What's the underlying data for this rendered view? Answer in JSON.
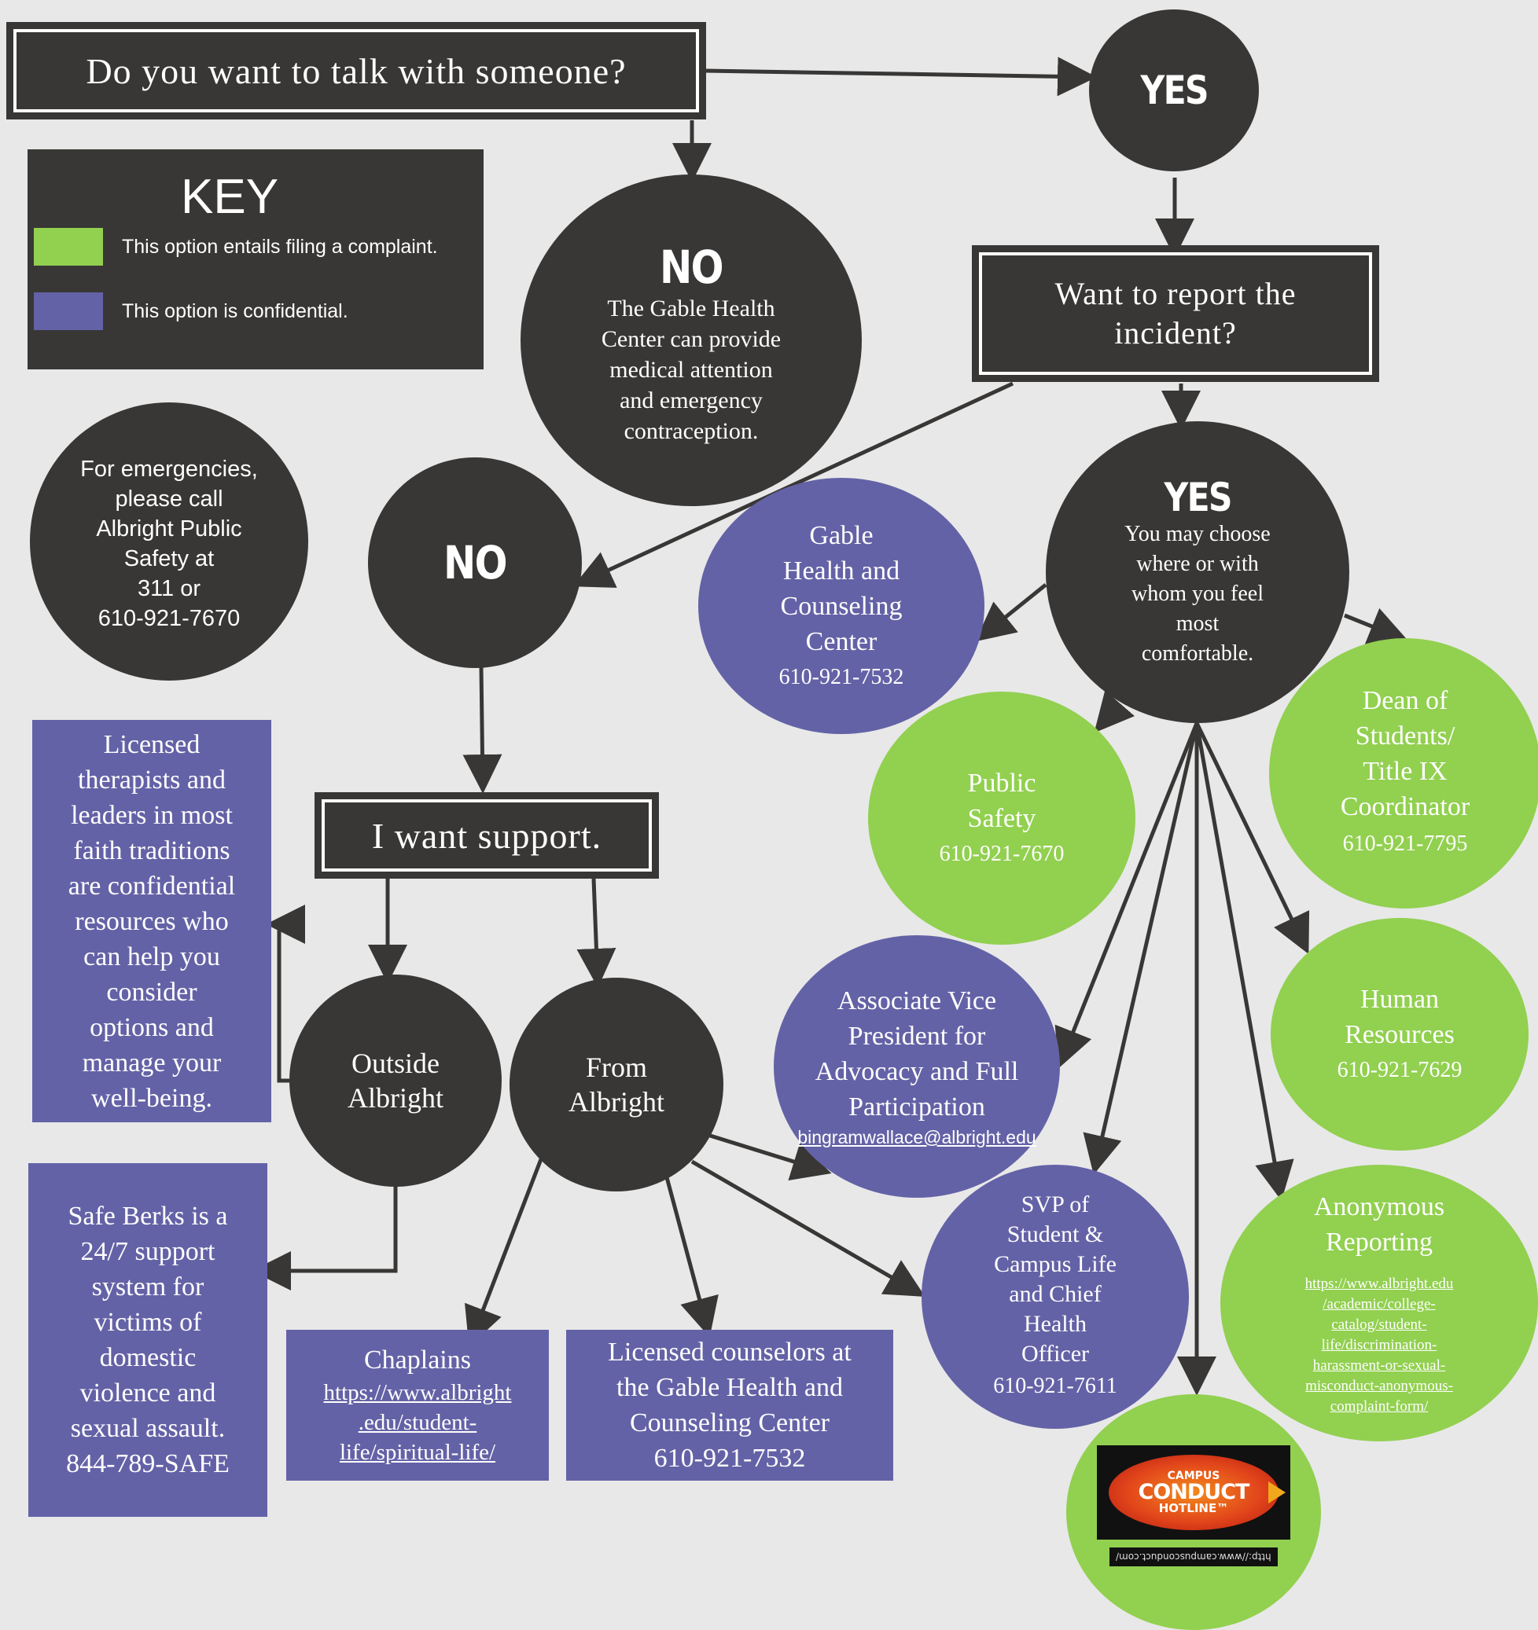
{
  "colors": {
    "dark": "#383735",
    "confidential_purple": "#6462a6",
    "complaint_green": "#92d050",
    "background": "#e8e8e8",
    "hotline_red": "#d0221a",
    "hotline_orange": "#f28a1b"
  },
  "start": {
    "question": "Do you want to talk with someone?"
  },
  "key": {
    "title": "KEY",
    "items": [
      {
        "color": "#92d050",
        "text": "This option entails filing a complaint."
      },
      {
        "color": "#6462a6",
        "text": "This option is confidential."
      }
    ]
  },
  "emergency": {
    "lines": [
      "For emergencies,",
      "please call",
      "Albright Public",
      "Safety at",
      "311 or",
      "610-921-7670"
    ]
  },
  "yes_top": {
    "label": "YES"
  },
  "no_top": {
    "label": "NO",
    "lines": [
      "The Gable Health",
      "Center can provide",
      "medical attention",
      "and emergency",
      "contraception."
    ]
  },
  "report_question": {
    "lines": [
      "Want to report the",
      "incident?"
    ]
  },
  "no_report": {
    "label": "NO"
  },
  "yes_report": {
    "label": "YES",
    "lines": [
      "You may choose",
      "where or with",
      "whom you feel",
      "most",
      "comfortable."
    ]
  },
  "support": {
    "label": "I want support."
  },
  "outside": {
    "lines": [
      "Outside",
      "Albright"
    ]
  },
  "from_albright": {
    "lines": [
      "From",
      "Albright"
    ]
  },
  "faith": {
    "lines": [
      "Licensed",
      "therapists and",
      "leaders in most",
      "faith traditions",
      "are confidential",
      "resources who",
      "can help you",
      "consider",
      "options and",
      "manage your",
      "well-being."
    ]
  },
  "safe_berks": {
    "lines": [
      "Safe Berks is a",
      "24/7 support",
      "system for",
      "victims of",
      "domestic",
      "violence and",
      "sexual assault.",
      "844-789-SAFE"
    ]
  },
  "chaplains": {
    "label": "Chaplains",
    "url_lines": [
      "https://www.albright",
      ".edu/student-",
      "life/spiritual-life/"
    ]
  },
  "counselors": {
    "lines": [
      "Licensed counselors at",
      "the Gable Health and",
      "Counseling Center",
      "610-921-7532"
    ]
  },
  "gable": {
    "lines": [
      "Gable",
      "Health and",
      "Counseling",
      "Center"
    ],
    "phone": "610-921-7532"
  },
  "public_safety": {
    "lines": [
      "Public",
      "Safety"
    ],
    "phone": "610-921-7670"
  },
  "dean": {
    "lines": [
      "Dean of",
      "Students/",
      "Title IX",
      "Coordinator"
    ],
    "phone": "610-921-7795"
  },
  "avp": {
    "lines": [
      "Associate Vice",
      "President for",
      "Advocacy and Full",
      "Participation"
    ],
    "email": "bingramwallace@albright.edu"
  },
  "hr": {
    "lines": [
      "Human",
      "Resources"
    ],
    "phone": "610-921-7629"
  },
  "svp": {
    "lines": [
      "SVP of",
      "Student &",
      "Campus Life",
      "and Chief",
      "Health",
      "Officer"
    ],
    "phone": "610-921-7611"
  },
  "anonymous": {
    "lines": [
      "Anonymous",
      "Reporting"
    ],
    "url_lines": [
      "https://www.albright.edu",
      "/academic/college-",
      "catalog/student-",
      "life/discrimination-",
      "harassment-or-sexual-",
      "misconduct-anonymous-",
      "complaint-form/"
    ]
  },
  "hotline": {
    "logo_lines": [
      "CAMPUS",
      "CONDUCT",
      "HOTLINE™"
    ],
    "url": "http://www.campusconduct.com/"
  }
}
